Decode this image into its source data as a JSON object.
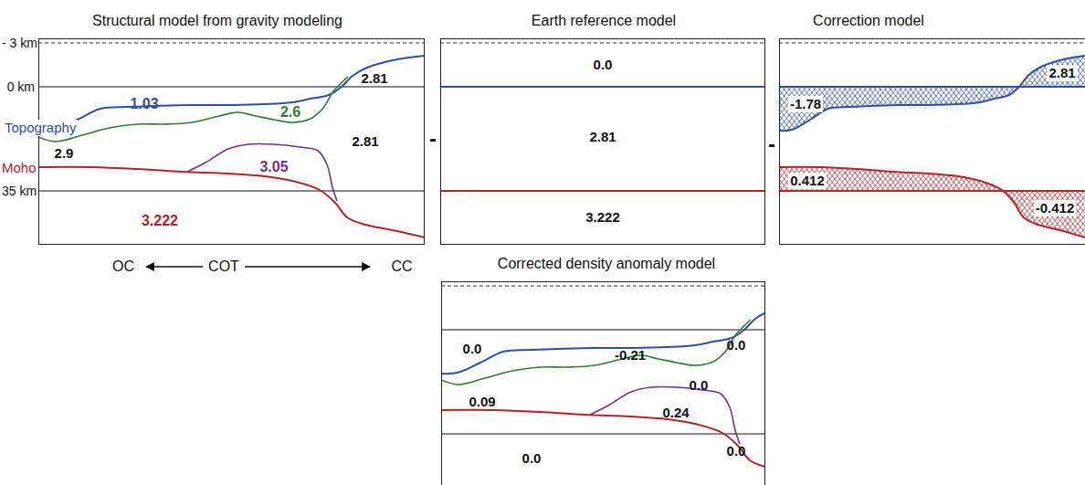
{
  "diagram": {
    "nodes": [
      {
        "text": [
          "Structural model from gravity modeling"
        ]
      },
      {
        "text": [
          "Earth reference model"
        ]
      },
      {
        "text": [
          "Correction model"
        ]
      },
      {
        "text": [
          "Corrected density anomaly model"
        ]
      }
    ],
    "labels": [
      "- 3 km",
      "0 km",
      "Topography",
      "Moho",
      "35 km",
      "1.03",
      "2.81",
      "2.6",
      "2.9",
      "2.81",
      "3.05",
      "3.222",
      "OC",
      "COT",
      "CC",
      "-",
      "0.0",
      "2.81",
      "3.222",
      "-",
      "-1.78",
      "2.81",
      "0.412",
      "-0.412",
      "0.0",
      "-0.21",
      "0.0",
      "0.09",
      "0.24",
      "0.0",
      "0.0",
      "0.0"
    ]
  }
}
